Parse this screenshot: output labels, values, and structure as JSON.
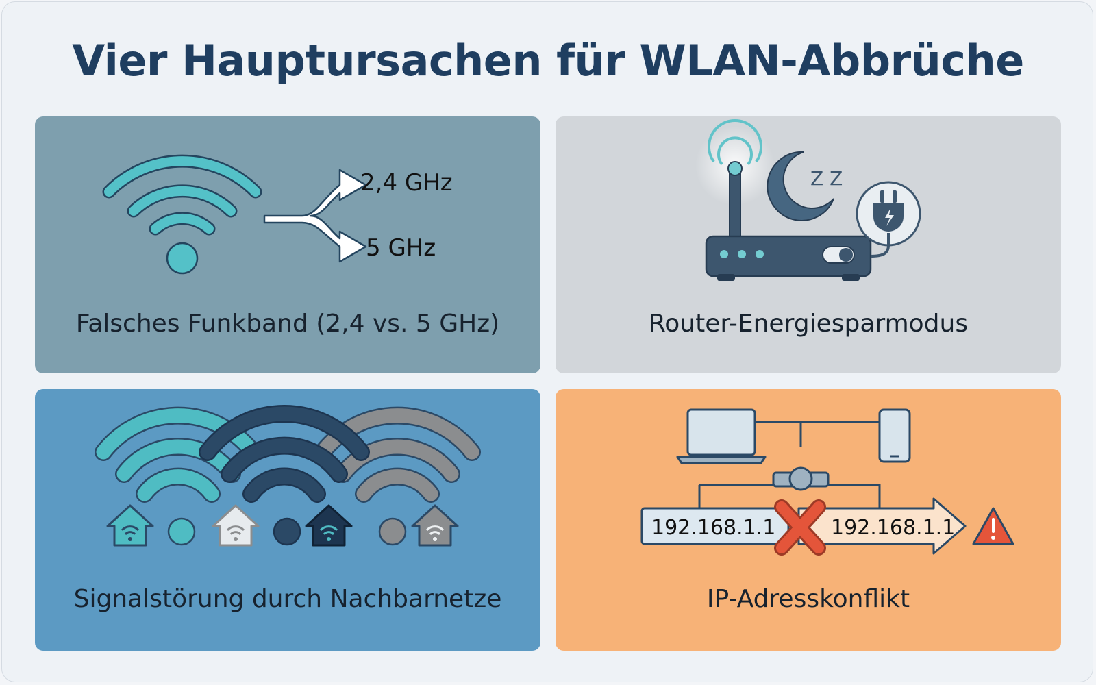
{
  "title": "Vier Hauptursachen für WLAN-Abbrüche",
  "panels": [
    {
      "caption": "Falsches Funkband (2,4 vs. 5 GHz)",
      "band_upper": "2,4 GHz",
      "band_lower": "5 GHz",
      "icons": [
        "wifi-icon",
        "split-arrow-icon"
      ]
    },
    {
      "caption": "Router-Energiesparmodus",
      "sleep_letters": "Z Z",
      "icons": [
        "router-icon",
        "moon-icon",
        "plug-icon"
      ]
    },
    {
      "caption": "Signalstörung durch Nachbarnetze",
      "icons": [
        "wifi-icon",
        "house-icon"
      ]
    },
    {
      "caption": "IP-Adresskonflikt",
      "ip_left": "192.168.1.1",
      "ip_right": "192.168.1.1",
      "icons": [
        "laptop-icon",
        "phone-icon",
        "network-hub-icon",
        "conflict-x-icon",
        "warning-icon"
      ]
    }
  ],
  "colors": {
    "title": "#1f3e60",
    "teal": "#4fbcc3",
    "navy": "#2b4966",
    "gray": "#8b8d8f",
    "conflict_red": "#e4553a"
  }
}
